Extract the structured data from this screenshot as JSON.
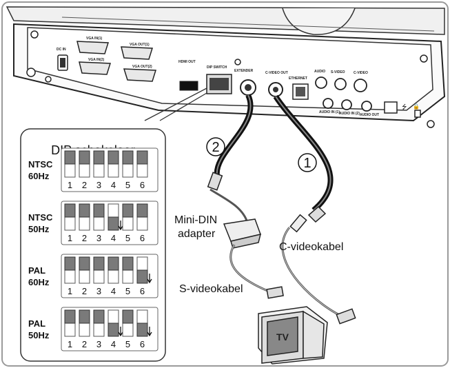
{
  "device": {
    "ports": [
      {
        "id": "dc-in",
        "label": "DC IN"
      },
      {
        "id": "vga-in-1",
        "label": "VGA IN(1)"
      },
      {
        "id": "vga-in-2",
        "label": "VGA IN(2)"
      },
      {
        "id": "vga-out-1",
        "label": "VGA OUT(1)"
      },
      {
        "id": "vga-out-2",
        "label": "VGA OUT(2)"
      },
      {
        "id": "hdmi-out",
        "label": "HDMI OUT"
      },
      {
        "id": "dip-switch",
        "label": "DIP SWITCH"
      },
      {
        "id": "extender",
        "label": "EXTENDER"
      },
      {
        "id": "c-video-out",
        "label": "C-VIDEO OUT"
      },
      {
        "id": "ethernet",
        "label": "ETHERNET"
      },
      {
        "id": "audio-group",
        "label": "AUDIO"
      },
      {
        "id": "s-video",
        "label": "S-VIDEO"
      },
      {
        "id": "c-video",
        "label": "C-VIDEO"
      },
      {
        "id": "audio-in-1",
        "label": "AUDIO IN (1)"
      },
      {
        "id": "audio-in-2",
        "label": "AUDIO IN (2)"
      },
      {
        "id": "audio-out",
        "label": "AUDIO OUT"
      }
    ]
  },
  "dip": {
    "title": "DIP schakelaar",
    "numbers": [
      "1",
      "2",
      "3",
      "4",
      "5",
      "6"
    ],
    "modes": [
      {
        "line1": "NTSC",
        "line2": "60Hz",
        "states": [
          "up",
          "up",
          "up",
          "up",
          "up",
          "up"
        ]
      },
      {
        "line1": "NTSC",
        "line2": "50Hz",
        "states": [
          "up",
          "up",
          "up",
          "down",
          "up",
          "up"
        ]
      },
      {
        "line1": "PAL",
        "line2": "60Hz",
        "states": [
          "up",
          "up",
          "up",
          "up",
          "up",
          "down"
        ]
      },
      {
        "line1": "PAL",
        "line2": "50Hz",
        "states": [
          "up",
          "up",
          "up",
          "down",
          "up",
          "down"
        ]
      }
    ]
  },
  "labels": {
    "step1": "1",
    "step2": "2",
    "mini_din_line1": "Mini-DIN",
    "mini_din_line2": "adapter",
    "c_video_cable": "C-videokabel",
    "s_video_cable": "S-videokabel",
    "tv": "TV"
  }
}
